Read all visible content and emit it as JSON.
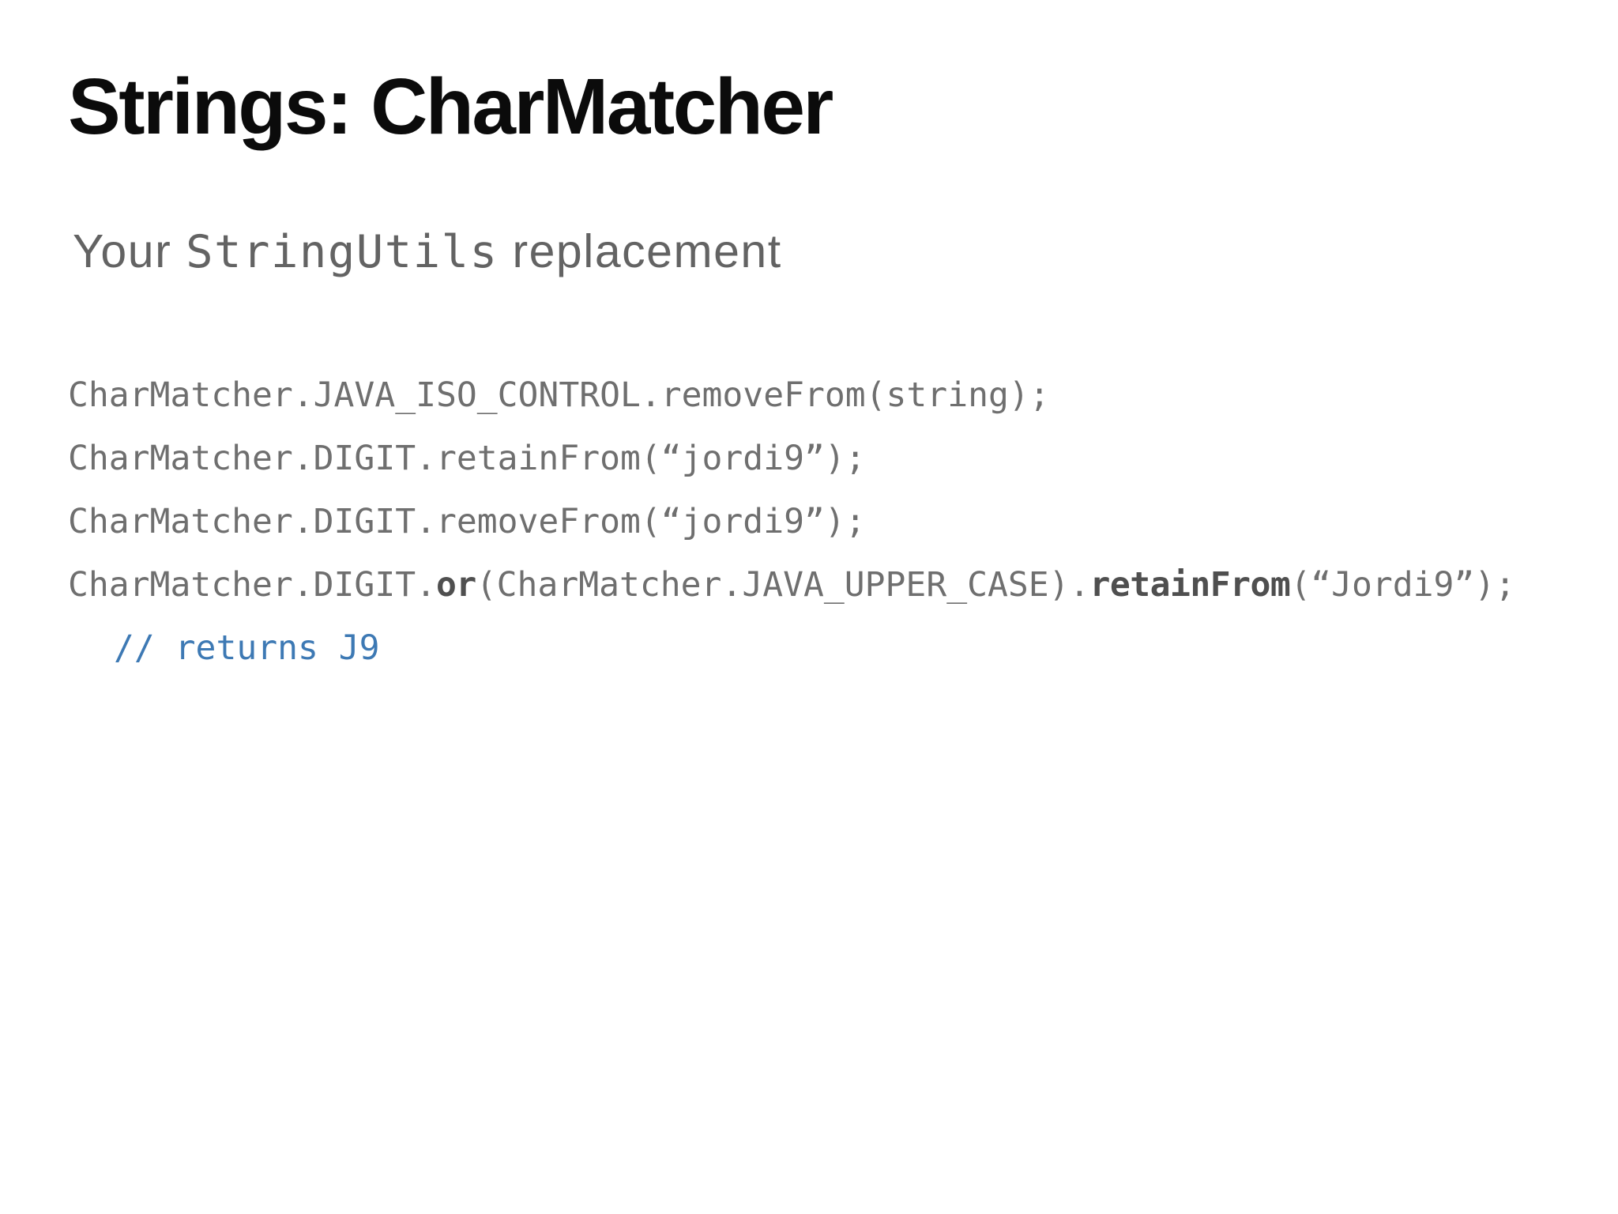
{
  "slide": {
    "title": "Strings: CharMatcher",
    "subtitle": {
      "text_before": "Your ",
      "code_term": "StringUtils",
      "text_after": " replacement"
    },
    "code": {
      "lines": [
        {
          "indent": false,
          "segments": [
            {
              "style": "plain",
              "text": "CharMatcher.JAVA_ISO_CONTROL.removeFrom(string);"
            }
          ]
        },
        {
          "indent": false,
          "segments": [
            {
              "style": "plain",
              "text": "CharMatcher.DIGIT.retainFrom(“jordi9”);"
            }
          ]
        },
        {
          "indent": false,
          "segments": [
            {
              "style": "plain",
              "text": "CharMatcher.DIGIT.removeFrom(“jordi9”);"
            }
          ]
        },
        {
          "indent": false,
          "segments": [
            {
              "style": "plain",
              "text": "CharMatcher.DIGIT."
            },
            {
              "style": "bold",
              "text": "or"
            },
            {
              "style": "plain",
              "text": "(CharMatcher.JAVA_UPPER_CASE)."
            },
            {
              "style": "bold",
              "text": "retainFrom"
            },
            {
              "style": "plain",
              "text": "(“Jordi9”);"
            }
          ]
        },
        {
          "indent": true,
          "segments": [
            {
              "style": "comment",
              "text": "// returns J9"
            }
          ]
        }
      ]
    },
    "colors": {
      "background": "#ffffff",
      "title": "#0b0b0b",
      "subtitle": "#636363",
      "code": "#6f6f6f",
      "code_bold": "#4f4f4f",
      "comment": "#3d79b4"
    }
  }
}
